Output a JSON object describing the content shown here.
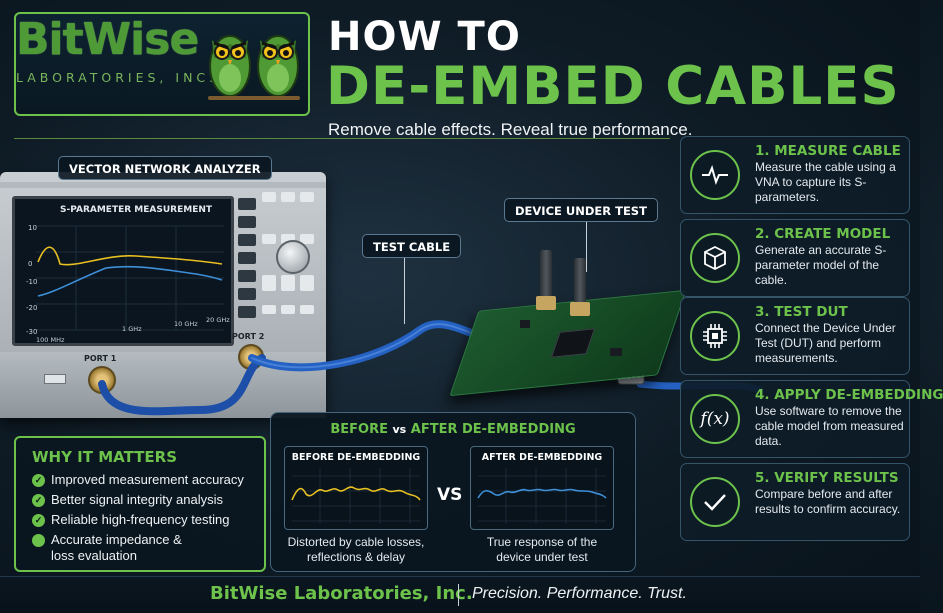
{
  "logo": {
    "name": "BitWise",
    "subtitle": "LABORATORIES, INC."
  },
  "title": {
    "line1": "HOW TO",
    "line2": "DE-EMBED CABLES",
    "subtitle": "Remove cable effects. Reveal true performance."
  },
  "callouts": {
    "vna": "VECTOR NETWORK ANALYZER",
    "cable": "TEST CABLE",
    "dut": "DEVICE UNDER TEST"
  },
  "vna": {
    "screen_title": "S-PARAMETER MEASUREMENT",
    "y_ticks": [
      "10",
      "0",
      "-10",
      "-20",
      "-30"
    ],
    "x_ticks": [
      "100 MHz",
      "1 GHz",
      "10 GHz",
      "20 GHz"
    ],
    "port1": "PORT 1",
    "port2": "PORT 2"
  },
  "steps": [
    {
      "title": "1. MEASURE CABLE",
      "desc": "Measure the cable using a VNA to capture its S-parameters.",
      "icon": "waveform-icon"
    },
    {
      "title": "2. CREATE MODEL",
      "desc": "Generate an accurate S-parameter model of the cable.",
      "icon": "cube-icon"
    },
    {
      "title": "3. TEST DUT",
      "desc": "Connect the Device Under Test (DUT) and perform measurements.",
      "icon": "chip-icon"
    },
    {
      "title": "4. APPLY DE-EMBEDDING",
      "desc": "Use software to remove the cable model from measured data.",
      "icon": "function-icon"
    },
    {
      "title": "5. VERIFY RESULTS",
      "desc": "Compare before and after results to confirm accuracy.",
      "icon": "checkmark-icon"
    }
  ],
  "why": {
    "title": "WHY IT MATTERS",
    "items": [
      "Improved measurement accuracy",
      "Better signal integrity analysis",
      "Reliable high-frequency testing",
      "Accurate impedance & loss evaluation"
    ]
  },
  "before_after": {
    "title_before": "BEFORE",
    "title_vs": "vs",
    "title_after": "AFTER DE-EMBEDDING",
    "before_label": "BEFORE DE-EMBEDDING",
    "after_label": "AFTER DE-EMBEDDING",
    "vs": "VS",
    "before_caption": "Distorted by cable losses, reflections & delay",
    "after_caption": "True response of the device under test"
  },
  "footer": {
    "brand": "BitWise Laboratories, Inc.",
    "tagline": "Precision. Performance. Trust."
  },
  "colors": {
    "accent": "#6cc24a",
    "background": "#0e1b25",
    "trace_yellow": "#e8c021",
    "trace_blue": "#3d8fd8"
  }
}
